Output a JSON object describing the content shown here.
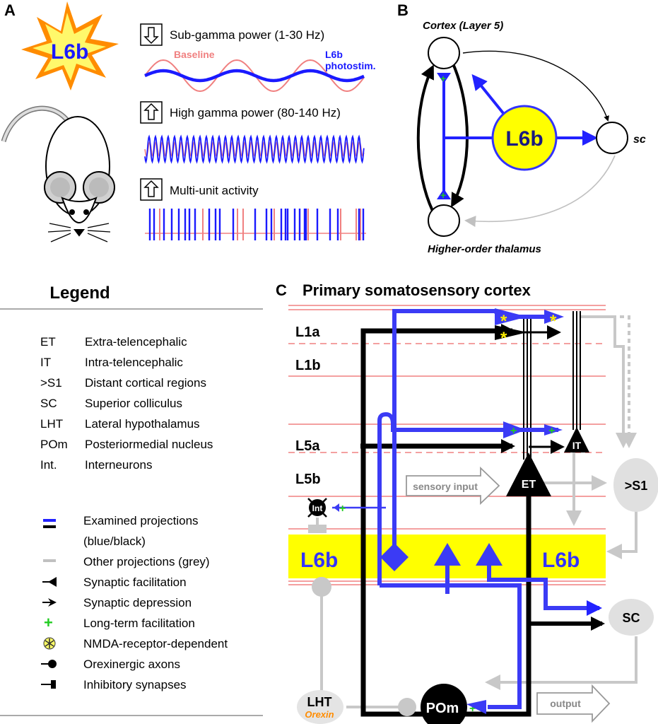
{
  "panels": {
    "a": "A",
    "b": "B",
    "c": "C"
  },
  "panel_a": {
    "burst_label": "L6b",
    "rows": [
      {
        "arrow": "down",
        "text": "Sub-gamma power (1-30 Hz)"
      },
      {
        "arrow": "up",
        "text": "High gamma power (80-140 Hz)"
      },
      {
        "arrow": "up",
        "text": "Multi-unit activity"
      }
    ],
    "baseline_label": "Baseline",
    "photostim_label_1": "L6b",
    "photostim_label_2": "photostim.",
    "colors": {
      "baseline": "#f08080",
      "photostim": "#1a1aff",
      "burst_outer": "#ff8c00",
      "burst_inner": "#fff86b"
    }
  },
  "panel_b": {
    "cortex_label": "Cortex (Layer 5)",
    "thalamus_label": "Higher-order thalamus",
    "sc_label": "sc",
    "l6b_label": "L6b",
    "plus": "+",
    "colors": {
      "l6b_fill": "#ffff00",
      "l6b_stroke": "#3333ff",
      "blue": "#2222ff",
      "grey": "#c0c0c0"
    }
  },
  "legend": {
    "title": "Legend",
    "abbreviations": [
      {
        "abbr": "ET",
        "full": "Extra-telencephalic"
      },
      {
        "abbr": "IT",
        "full": "Intra-telencephalic"
      },
      {
        "abbr": ">S1",
        "full": "Distant cortical regions"
      },
      {
        "abbr": "SC",
        "full": "Superior colliculus"
      },
      {
        "abbr": "LHT",
        "full": "Lateral hypothalamus"
      },
      {
        "abbr": "POm",
        "full": "Posteriormedial nucleus"
      },
      {
        "abbr": "Int.",
        "full": "Interneurons"
      }
    ],
    "symbols": [
      {
        "icon": "blue-black-lines",
        "text": "Examined projections"
      },
      {
        "icon": "none",
        "text": "(blue/black)"
      },
      {
        "icon": "grey-line",
        "text": "Other projections (grey)"
      },
      {
        "icon": "facilitation-arrow",
        "text": "Synaptic facilitation"
      },
      {
        "icon": "depression-arrow",
        "text": "Synaptic depression"
      },
      {
        "icon": "plus",
        "text": "Long-term facilitation"
      },
      {
        "icon": "asterisk",
        "text": "NMDA-receptor-dependent"
      },
      {
        "icon": "ball-end",
        "text": "Orexinergic axons"
      },
      {
        "icon": "bar-end",
        "text": "Inhibitory synapses"
      }
    ]
  },
  "panel_c": {
    "title": "Primary somatosensory cortex",
    "layers": [
      "L1a",
      "L1b",
      "L5a",
      "L5b"
    ],
    "l6b_left": "L6b",
    "l6b_right": "L6b",
    "it_label": "IT",
    "et_label": "ET",
    "s1_label": ">S1",
    "sc_label": "SC",
    "lht_label": "LHT",
    "orexin_label": "Orexin",
    "pom_label": "POm",
    "int_label": "Int",
    "sensory_input": "sensory input",
    "output": "output",
    "asterisk": "*",
    "plus": "+",
    "colors": {
      "band": "#ffff00",
      "layer_line": "#f08080",
      "blue": "#3b3bf5",
      "grey": "#c8c8c8",
      "orexin": "#ff8c00",
      "band_text": "#3333ff"
    }
  }
}
